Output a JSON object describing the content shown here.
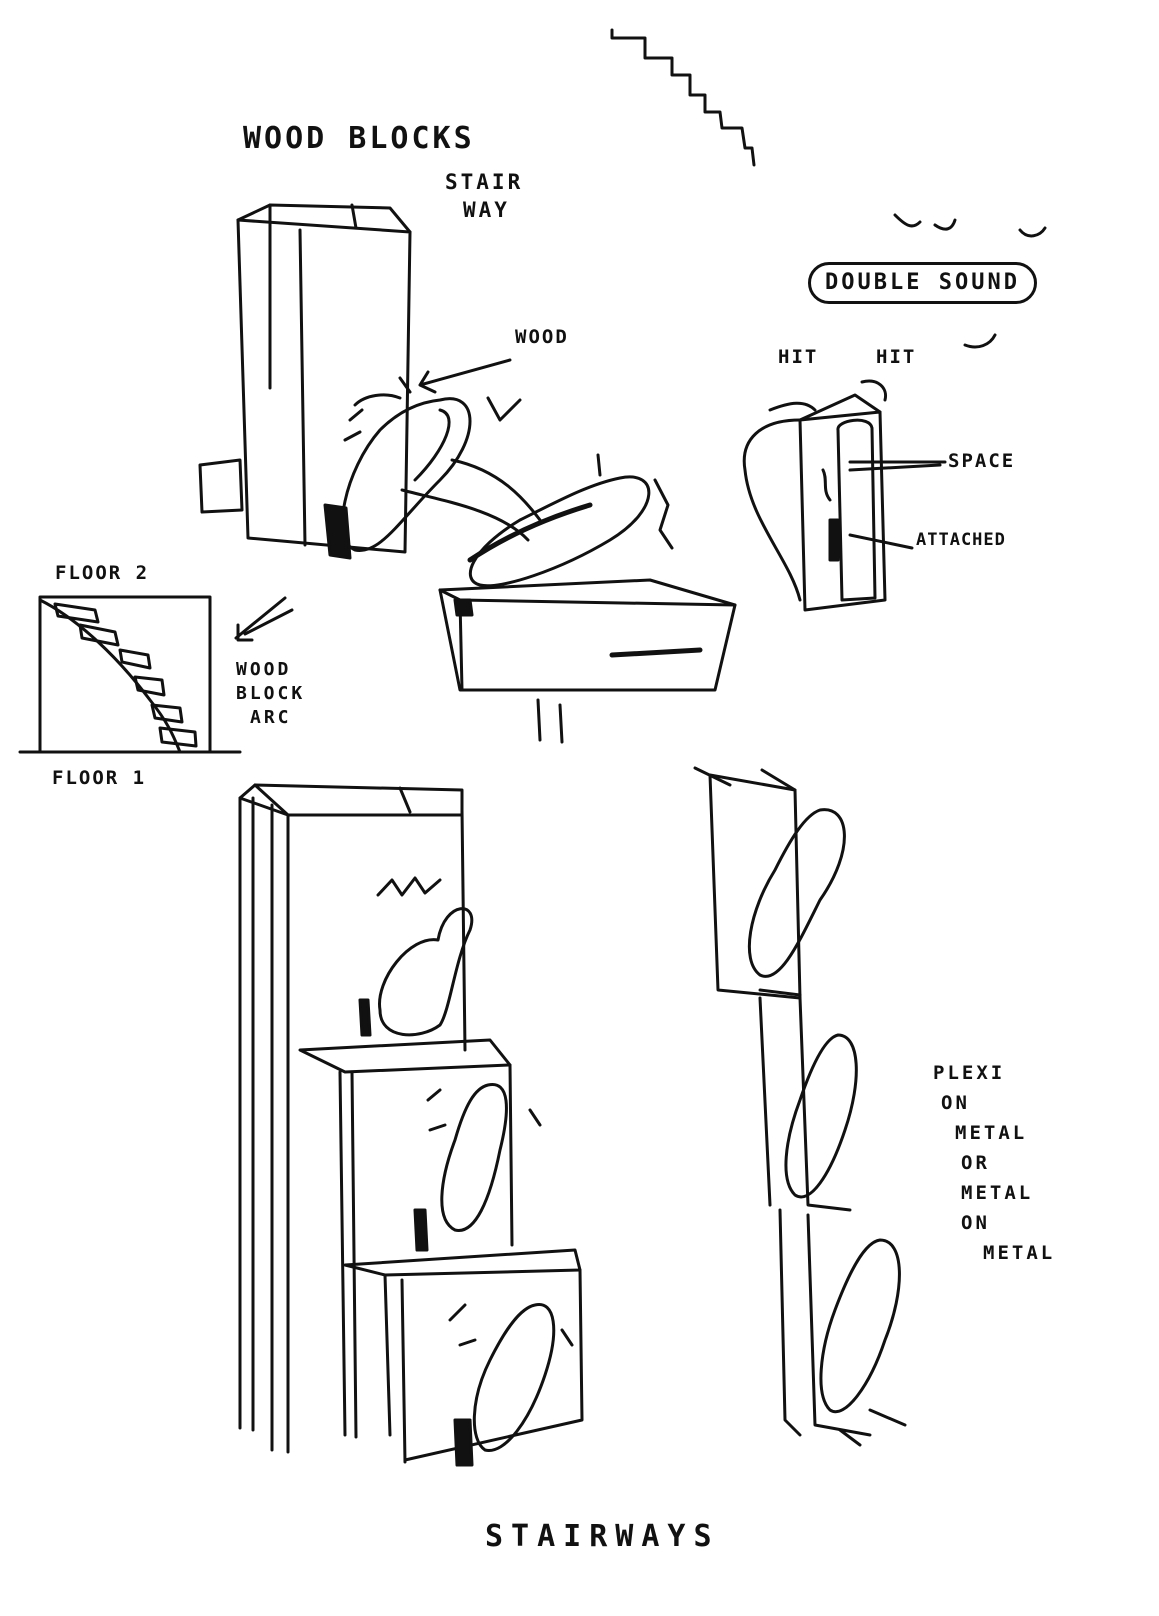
{
  "labels": {
    "wood_blocks": "WOOD BLOCKS",
    "stair_way": [
      "STAIR",
      "WAY"
    ],
    "wood": "WOOD",
    "double_sound": "DOUBLE SOUND",
    "hit_left": "HIT",
    "hit_right": "HIT",
    "space": "SPACE",
    "attached": "ATTACHED",
    "floor_2": "FLOOR 2",
    "floor_1": "FLOOR 1",
    "wood_block_arc": [
      "WOOD",
      "BLOCK",
      "ARC"
    ],
    "materials": [
      "PLEXI",
      "ON",
      "METAL",
      "OR",
      "METAL",
      "ON",
      "METAL"
    ],
    "stairways": "STAIRWAYS"
  }
}
